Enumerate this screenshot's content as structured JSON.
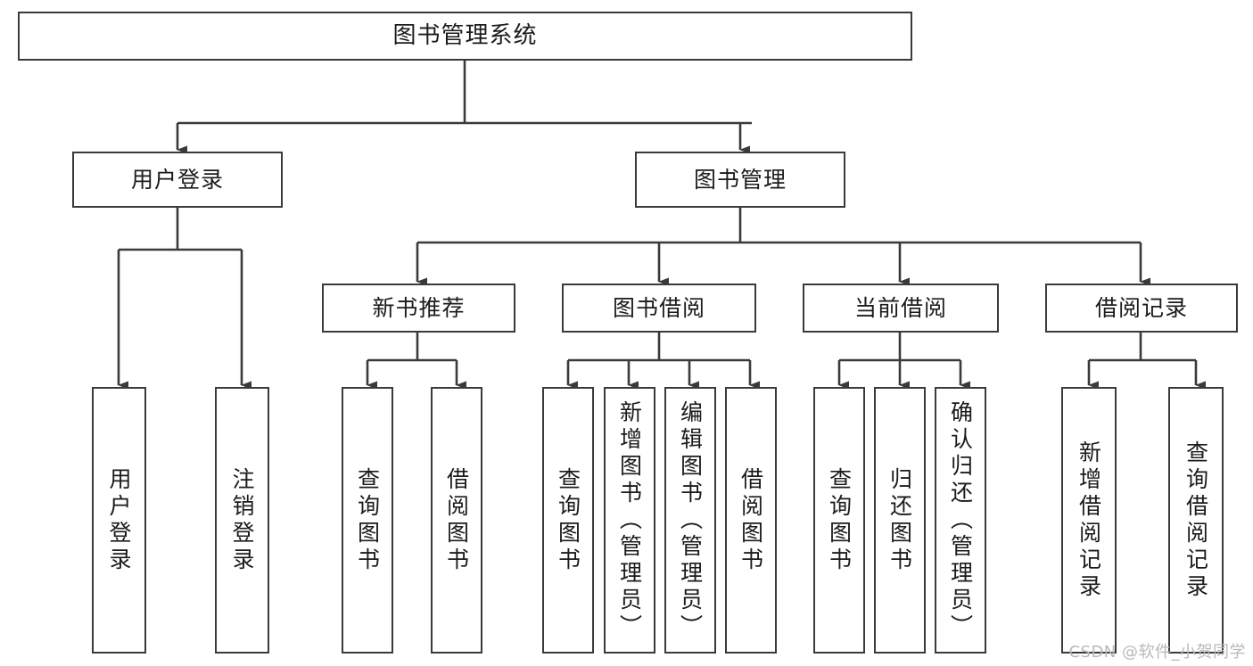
{
  "diagram": {
    "type": "tree",
    "title": "图书管理系统",
    "root": {
      "label": "图书管理系统"
    },
    "level2": [
      {
        "id": "user-login",
        "label": "用户登录"
      },
      {
        "id": "book-management",
        "label": "图书管理"
      }
    ],
    "level3": [
      {
        "id": "new-book-recommend",
        "label": "新书推荐",
        "parent": "book-management"
      },
      {
        "id": "book-borrow",
        "label": "图书借阅",
        "parent": "book-management"
      },
      {
        "id": "current-borrow",
        "label": "当前借阅",
        "parent": "book-management"
      },
      {
        "id": "borrow-record",
        "label": "借阅记录",
        "parent": "book-management"
      }
    ],
    "leaves": [
      {
        "id": "leaf-user-login",
        "label": "用户登录",
        "parent": "user-login"
      },
      {
        "id": "leaf-logout-login",
        "label": "注销登录",
        "parent": "user-login"
      },
      {
        "id": "leaf-query-book-1",
        "label": "查询图书",
        "parent": "new-book-recommend"
      },
      {
        "id": "leaf-borrow-book-1",
        "label": "借阅图书",
        "parent": "new-book-recommend"
      },
      {
        "id": "leaf-query-book-2",
        "label": "查询图书",
        "parent": "book-borrow"
      },
      {
        "id": "leaf-add-book",
        "label": "新增图书（管理员）",
        "parent": "book-borrow"
      },
      {
        "id": "leaf-edit-book",
        "label": "编辑图书（管理员）",
        "parent": "book-borrow"
      },
      {
        "id": "leaf-borrow-book-2",
        "label": "借阅图书",
        "parent": "book-borrow"
      },
      {
        "id": "leaf-query-book-3",
        "label": "查询图书",
        "parent": "current-borrow"
      },
      {
        "id": "leaf-return-book",
        "label": "归还图书",
        "parent": "current-borrow"
      },
      {
        "id": "leaf-confirm-return",
        "label": "确认归还（管理员）",
        "parent": "current-borrow"
      },
      {
        "id": "leaf-add-record",
        "label": "新增借阅记录",
        "parent": "borrow-record"
      },
      {
        "id": "leaf-query-record",
        "label": "查询借阅记录",
        "parent": "borrow-record"
      }
    ],
    "colors": {
      "node_border": "#3a3a3a",
      "node_fill": "#ffffff",
      "connector": "#3a3a3a",
      "text": "#1b1b1b",
      "watermark": "#b9b9b9"
    }
  },
  "watermark": {
    "text": "CSDN @软件_小贺同学"
  }
}
